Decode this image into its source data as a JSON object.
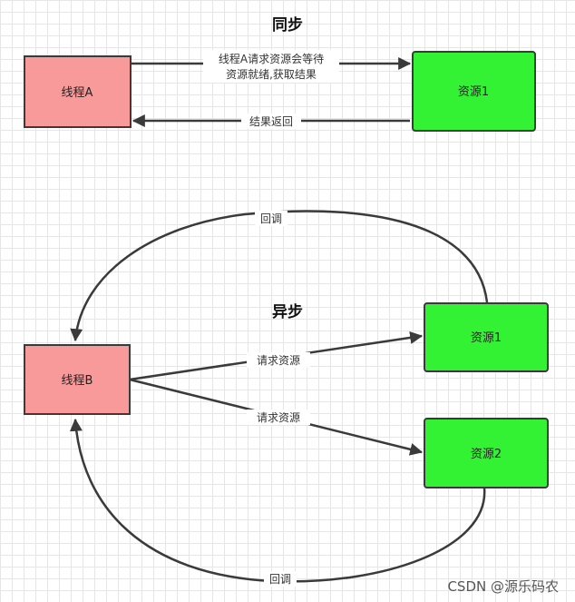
{
  "sync": {
    "title": "同步",
    "thread": "线程A",
    "resource": "资源1",
    "request_line1": "线程A请求资源会等待",
    "request_line2": "资源就绪,获取结果",
    "return_label": "结果返回"
  },
  "async": {
    "title": "异步",
    "thread": "线程B",
    "resource1": "资源1",
    "resource2": "资源2",
    "request1": "请求资源",
    "request2": "请求资源",
    "callback_top": "回调",
    "callback_bottom": "回调"
  },
  "watermark": "CSDN @源乐码农",
  "colors": {
    "thread_fill": "#f99a9a",
    "resource_fill": "#33f233",
    "stroke": "#3a3a3a"
  }
}
